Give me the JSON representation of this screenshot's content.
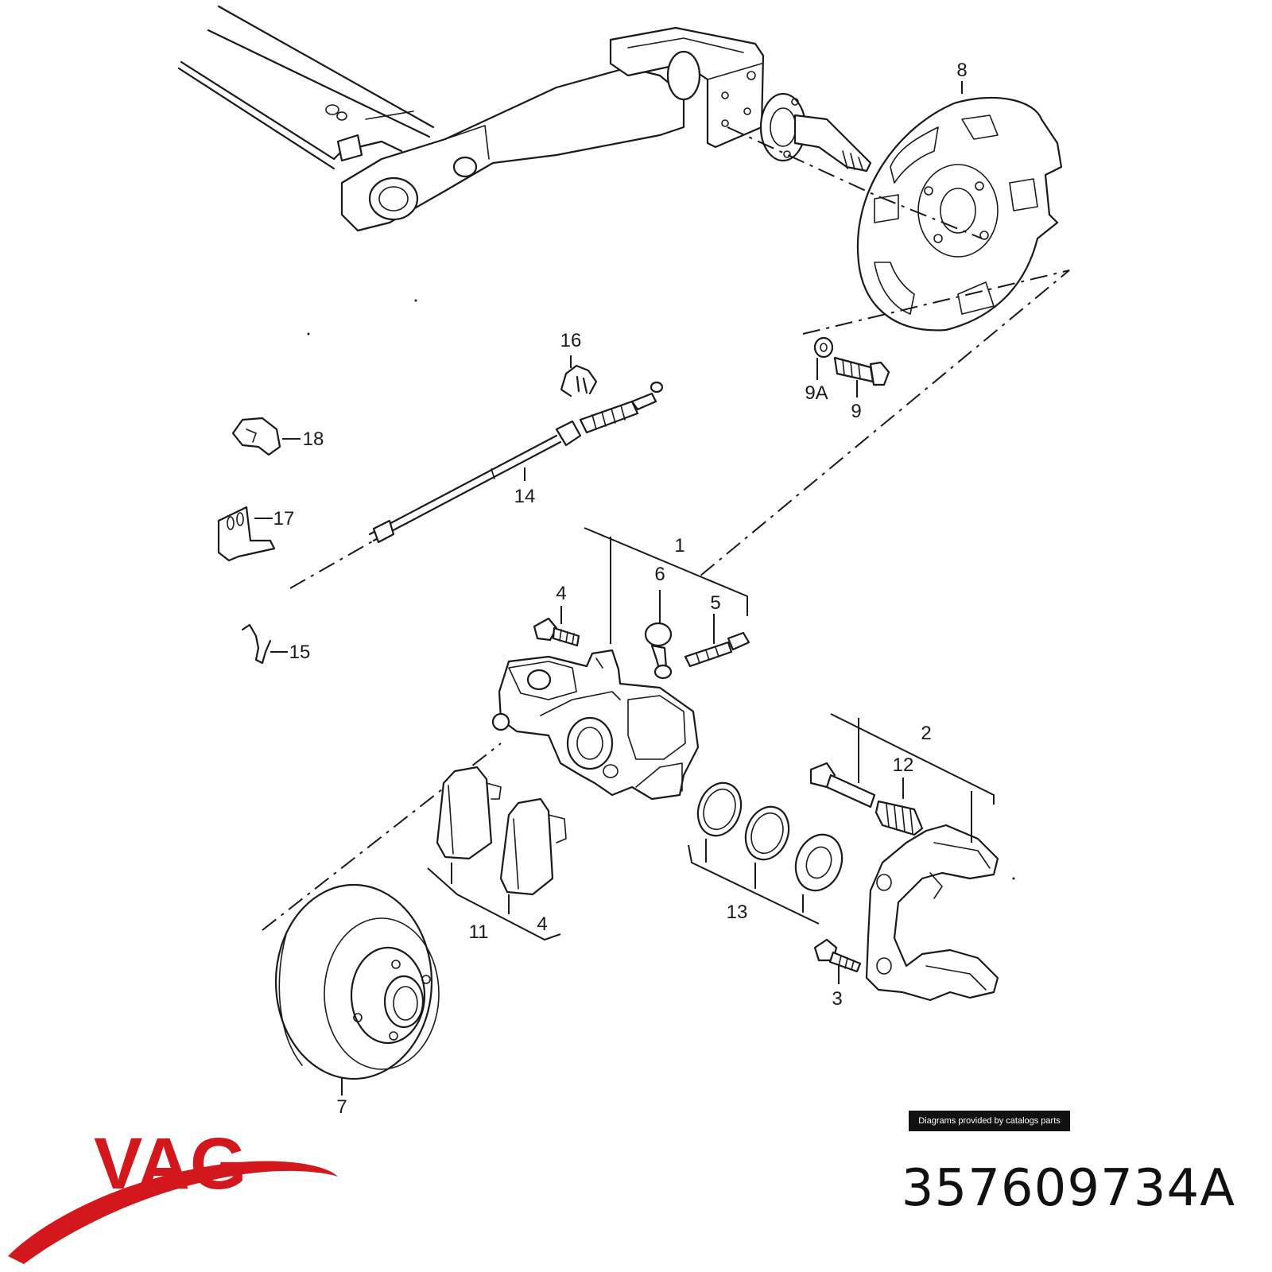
{
  "diagram": {
    "callouts": {
      "c1": "1",
      "c2": "2",
      "c3": "3",
      "c4a": "4",
      "c4b": "4",
      "c5": "5",
      "c6": "6",
      "c7": "7",
      "c8": "8",
      "c9": "9",
      "c9a": "9A",
      "c11": "11",
      "c12": "12",
      "c13": "13",
      "c14": "14",
      "c15": "15",
      "c16": "16",
      "c17": "17",
      "c18": "18"
    }
  },
  "credit": "Diagrams provided by catalogs parts",
  "brand": {
    "name": "VAG",
    "color": "#d3181d"
  },
  "part_number": "357609734A"
}
